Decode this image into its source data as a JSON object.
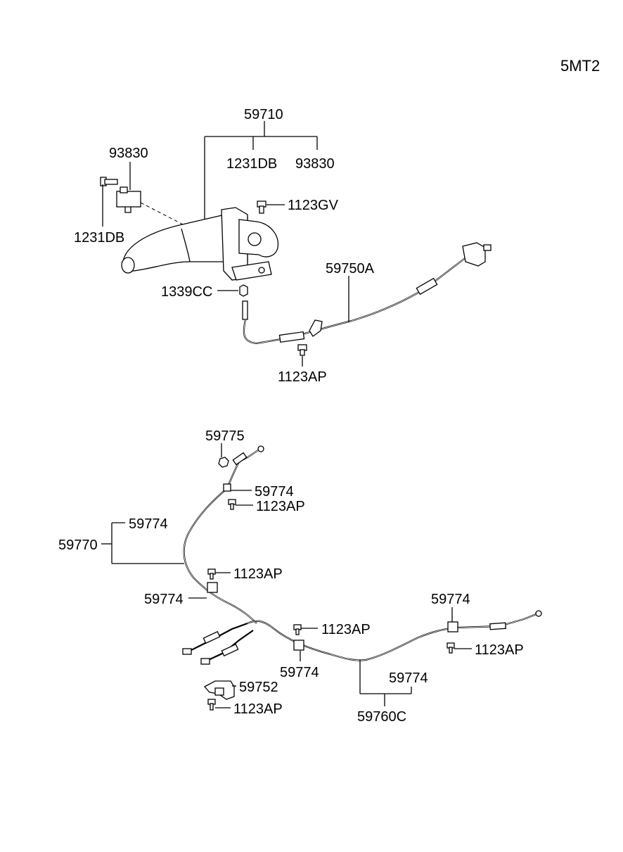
{
  "page_code": "5MT2",
  "labels": {
    "lever_assy": "59710",
    "lever_sub_bolt": "1231DB",
    "lever_sub_switch": "93830",
    "switch": "93830",
    "switch_bolt": "1231DB",
    "lever_bolt": "1123GV",
    "lever_nut": "1339CC",
    "front_cable": "59750A",
    "front_cable_bolt": "1123AP",
    "nut_top": "59775",
    "clip_top": "59774",
    "bolt_top": "1123AP",
    "rear_cable_lh": "59770",
    "rear_cable_lh_clip": "59774",
    "bolt_mid": "1123AP",
    "clip_left": "59774",
    "bolt_center": "1123AP",
    "clip_right": "59774",
    "bolt_right": "1123AP",
    "clip_center": "59774",
    "rear_cable_rh_clip": "59774",
    "rear_cable_rh": "59760C",
    "bracket": "59752",
    "bracket_bolt": "1123AP"
  }
}
